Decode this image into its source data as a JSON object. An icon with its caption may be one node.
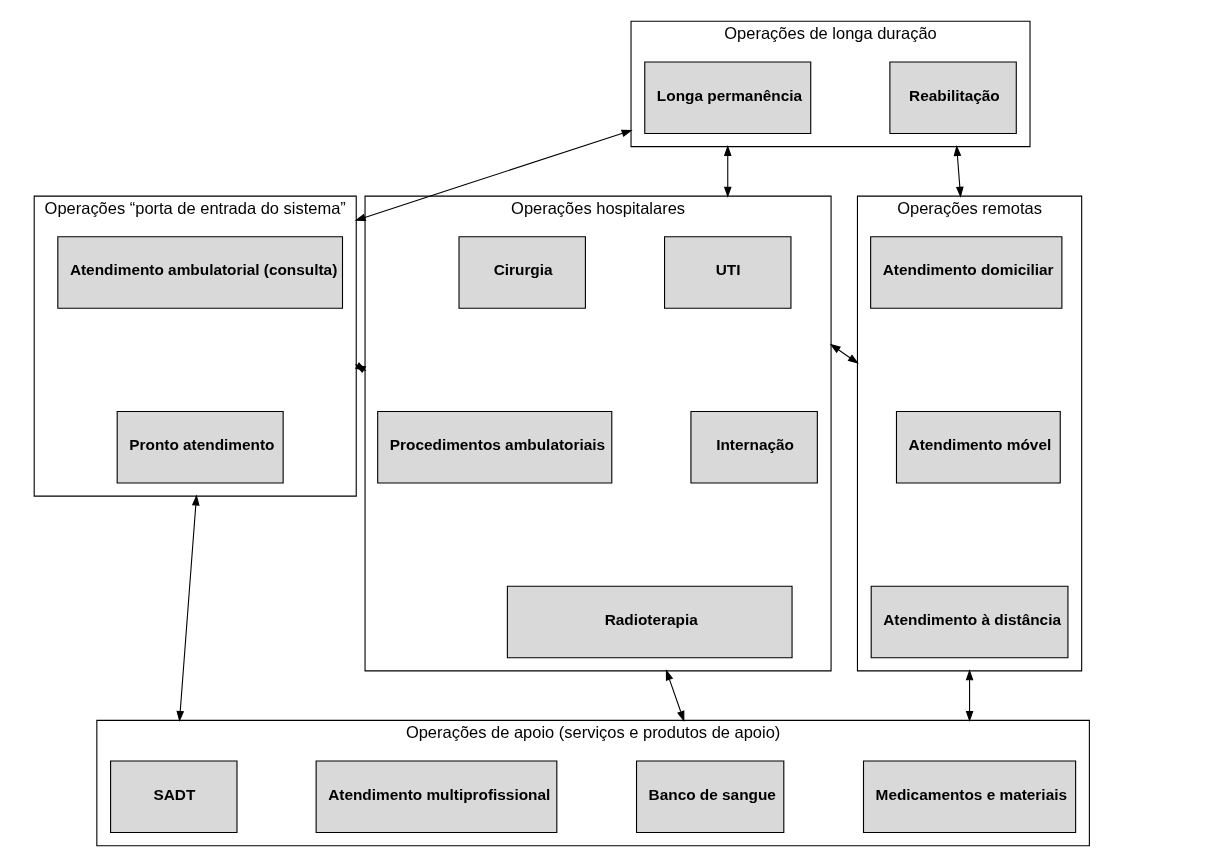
{
  "diagram": {
    "nodes": [
      {
        "text": [
          "Operações de longa duração"
        ]
      },
      {
        "text": [
          "Longa permanência"
        ],
        "in": 0
      },
      {
        "text": [
          "Reabilitação"
        ],
        "in": 0
      },
      {
        "text": [
          "Operações “porta de entrada do sistema”"
        ]
      },
      {
        "text": [
          "Atendimento ambulatorial (consulta)"
        ],
        "in": 3
      },
      {
        "text": [
          "Pronto atendimento"
        ],
        "in": 3
      },
      {
        "text": [
          "Operações hospitalares"
        ]
      },
      {
        "text": [
          "Cirurgia"
        ],
        "in": 6
      },
      {
        "text": [
          "UTI"
        ],
        "in": 6
      },
      {
        "text": [
          "Procedimentos ambulatoriais"
        ],
        "in": 6
      },
      {
        "text": [
          "Internação"
        ],
        "in": 6
      },
      {
        "text": [
          "Radioterapia"
        ],
        "in": 6
      },
      {
        "text": [
          "Operações remotas"
        ]
      },
      {
        "text": [
          "Atendimento domiciliar"
        ],
        "in": 12
      },
      {
        "text": [
          "Atendimento móvel"
        ],
        "in": 12
      },
      {
        "text": [
          "Atendimento à distância"
        ],
        "in": 12
      },
      {
        "text": [
          "Operações de apoio (serviços e produtos de apoio)"
        ]
      },
      {
        "text": [
          "SADT"
        ],
        "in": 16
      },
      {
        "text": [
          "Atendimento multiprofissional"
        ],
        "in": 16
      },
      {
        "text": [
          "Banco de sangue"
        ],
        "in": 16
      },
      {
        "text": [
          "Medicamentos e materiais"
        ],
        "in": 16
      }
    ],
    "edges": [
      {
        "from": 0,
        "to": 3,
        "arrow": "both"
      },
      {
        "from": 0,
        "to": 6,
        "arrow": "both"
      },
      {
        "from": 0,
        "to": 12,
        "arrow": "both"
      },
      {
        "from": 3,
        "to": 6,
        "arrow": "both"
      },
      {
        "from": 6,
        "to": 12,
        "arrow": "both"
      },
      {
        "from": 3,
        "to": 16,
        "arrow": "both"
      },
      {
        "from": 6,
        "to": 16,
        "arrow": "both"
      },
      {
        "from": 12,
        "to": 16,
        "arrow": "both"
      }
    ]
  }
}
